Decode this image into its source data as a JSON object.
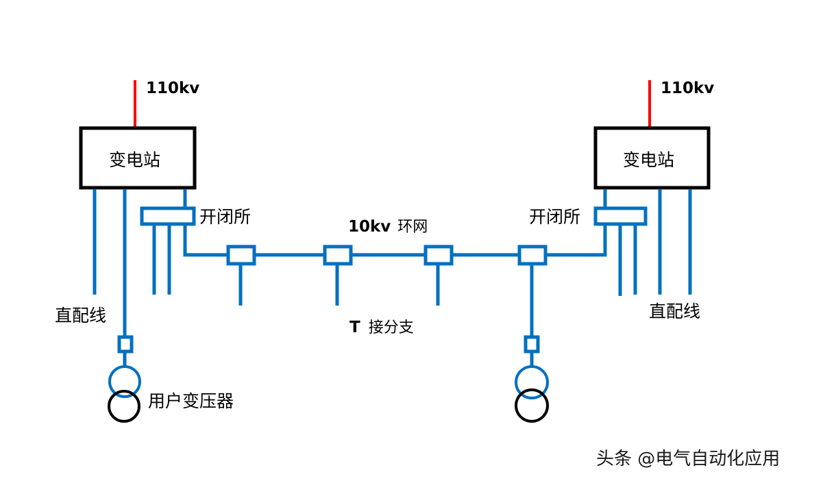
{
  "colors": {
    "line_blue": "#0070C0",
    "feed_red": "#FF0000",
    "frame_black": "#000000"
  },
  "left": {
    "voltage_label": "110kv",
    "substation_label": "变电站",
    "switching_station_label": "开闭所",
    "direct_feeder_label": "直配线",
    "transformer_label": "用户变压器"
  },
  "right": {
    "voltage_label": "110kv",
    "substation_label": "变电站",
    "switching_station_label": "开闭所",
    "direct_feeder_label": "直配线"
  },
  "center": {
    "ring_label_bold": "10kv",
    "ring_label_cjk": "环网",
    "branch_label_bold": "T",
    "branch_label_cjk": "接分支"
  },
  "watermark": "头条 @电气自动化应用"
}
